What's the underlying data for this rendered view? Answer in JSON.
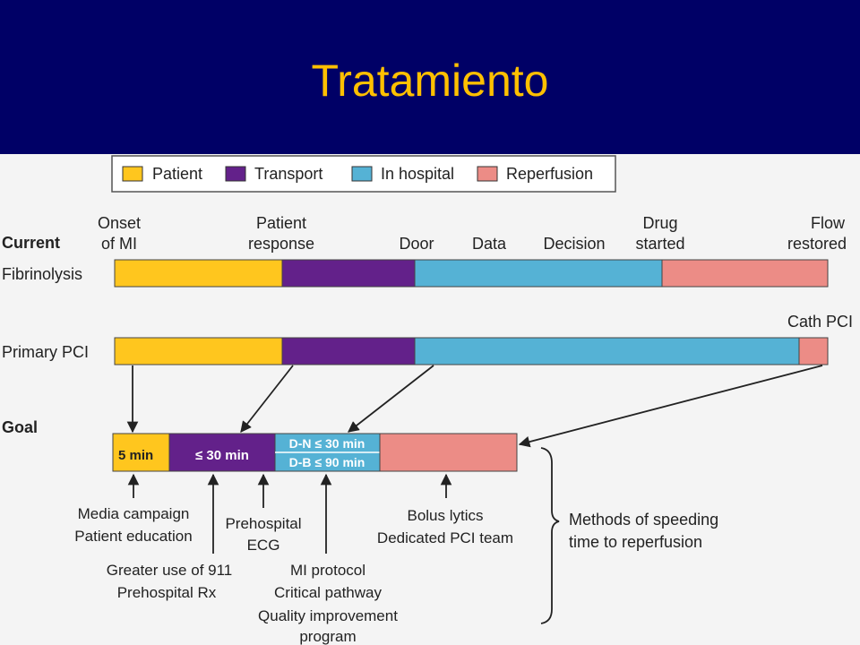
{
  "slide": {
    "title": "Tratamiento"
  },
  "colors": {
    "title_band": "#000066",
    "title_text": "#ffc000",
    "patient": "#ffc61e",
    "transport": "#63218a",
    "in_hospital": "#55b2d5",
    "reperfusion": "#ec8c86"
  },
  "legend": {
    "patient": "Patient",
    "transport": "Transport",
    "in_hospital": "In hospital",
    "reperfusion": "Reperfusion"
  },
  "rows": {
    "current": "Current",
    "fibrinolysis": "Fibrinolysis",
    "primary_pci": "Primary PCI",
    "goal": "Goal"
  },
  "milestones": {
    "onset_l1": "Onset",
    "onset_l2": "of MI",
    "patient_response_l1": "Patient",
    "patient_response_l2": "response",
    "door": "Door",
    "data": "Data",
    "decision": "Decision",
    "drug_started_l1": "Drug",
    "drug_started_l2": "started",
    "flow_restored_l1": "Flow",
    "flow_restored_l2": "restored",
    "cath_pci": "Cath PCI"
  },
  "goal_bar": {
    "patient": "5 min",
    "transport": "≤ 30 min",
    "door_to_needle": "D-N ≤ 30 min",
    "door_to_balloon": "D-B ≤ 90 min"
  },
  "methods": {
    "media_campaign": "Media campaign",
    "patient_education": "Patient education",
    "greater_911": "Greater use of 911",
    "prehospital_rx": "Prehospital Rx",
    "prehospital_l1": "Prehospital",
    "prehospital_l2": "ECG",
    "mi_protocol": "MI protocol",
    "critical_pathway": "Critical pathway",
    "quality_improvement": "Quality improvement",
    "program": "program",
    "bolus_lytics": "Bolus lytics",
    "dedicated_pci": "Dedicated PCI team",
    "summary_l1": "Methods of speeding",
    "summary_l2": "time to reperfusion"
  }
}
